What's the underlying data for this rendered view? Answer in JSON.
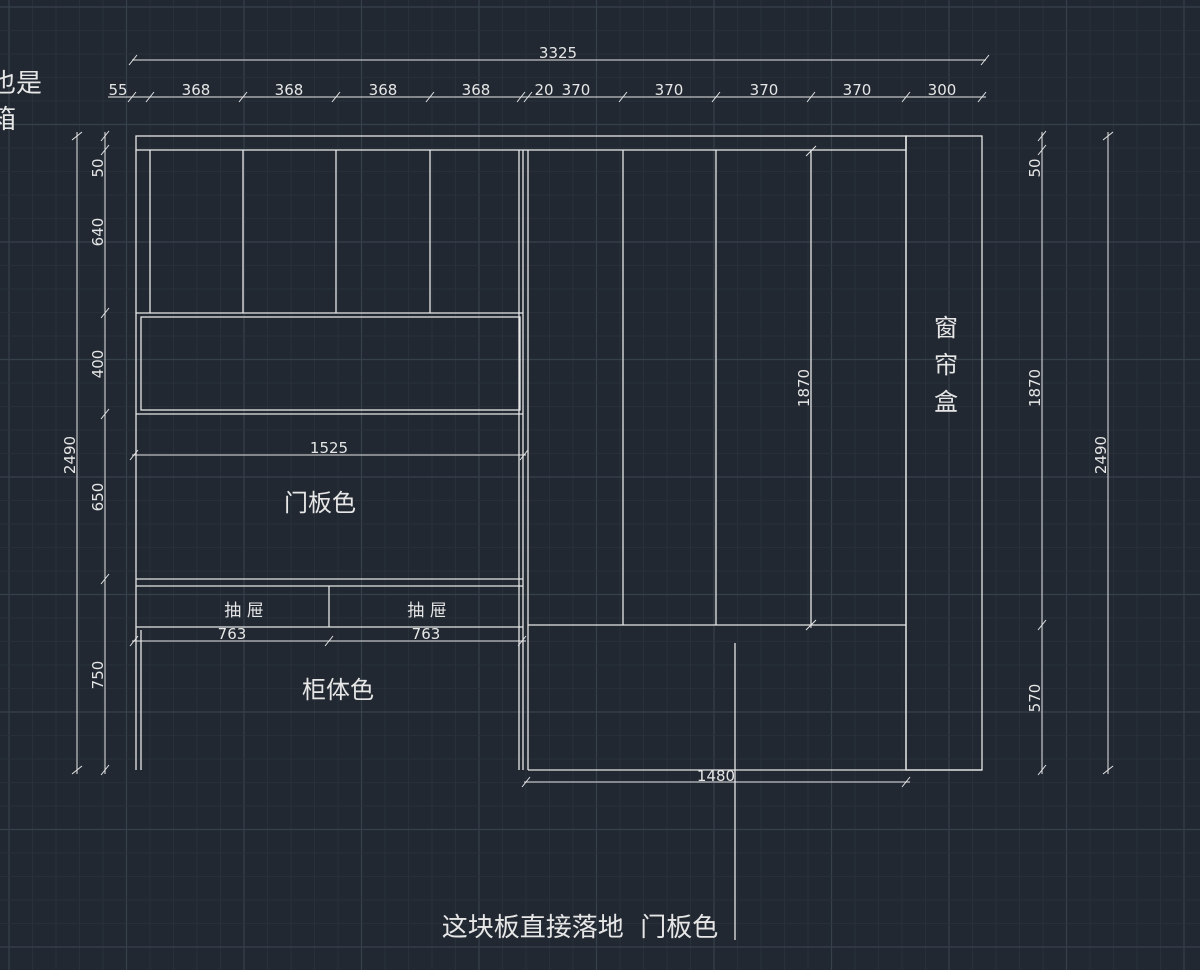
{
  "top_left_fragment": [
    "也是",
    "箱"
  ],
  "dimensions": {
    "overall_width": "3325",
    "top_segments": [
      "55",
      "368",
      "368",
      "368",
      "368",
      "20",
      "370",
      "370",
      "370",
      "370",
      "300"
    ],
    "left_outer": "2490",
    "left_inner": [
      "50",
      "640",
      "400",
      "650",
      "750"
    ],
    "right_inner": [
      "50",
      "1870",
      "570"
    ],
    "right_outer": "2490",
    "inner_vertical": "1870",
    "counter_width": "1525",
    "drawer_widths": [
      "763",
      "763"
    ],
    "bottom_width": "1480"
  },
  "labels": {
    "door_color": "门板色",
    "cabinet_color": "柜体色",
    "drawer": "抽 屉",
    "curtain_box": [
      "窗",
      "帘",
      "盒"
    ],
    "bottom_note": "这块板直接落地  门板色"
  },
  "colors": {
    "background": "#212832",
    "grid_minor": "#2b323c",
    "grid_major": "#36404b",
    "line": "#e6e6e6"
  }
}
